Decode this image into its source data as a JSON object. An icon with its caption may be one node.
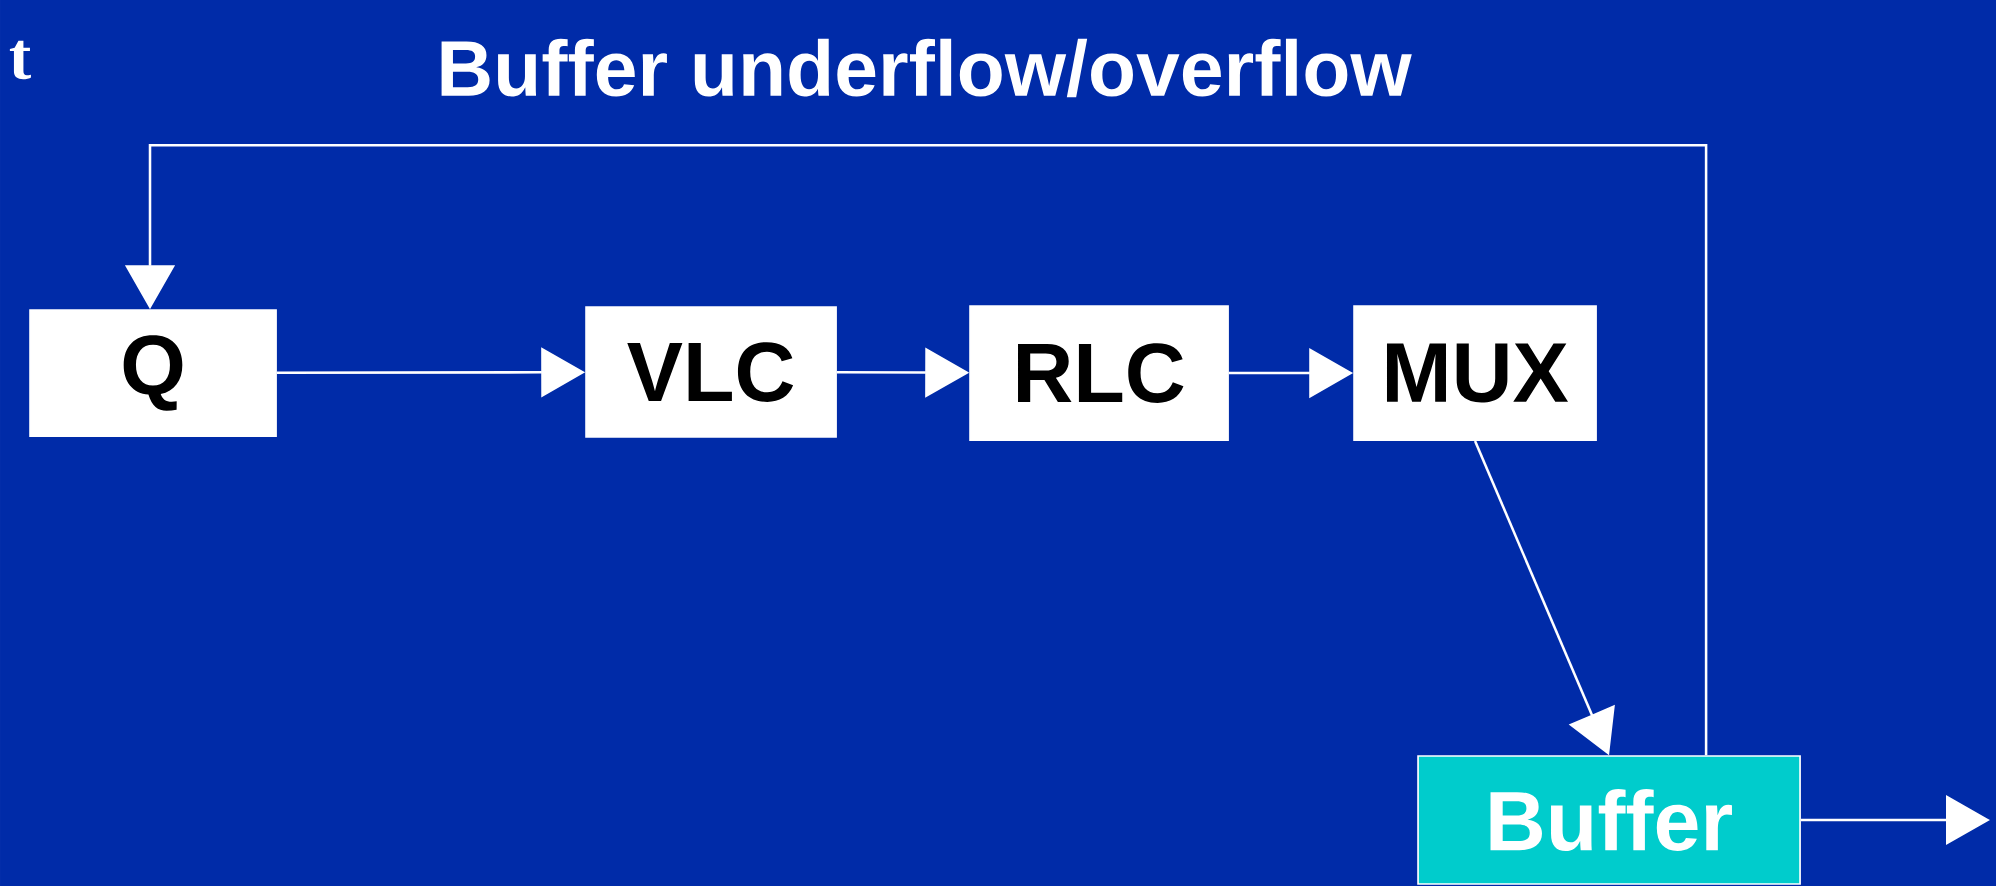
{
  "diagram": {
    "title": "Buffer underflow/overflow",
    "nodes": [
      {
        "text": [
          "Q"
        ]
      },
      {
        "text": [
          "VLC"
        ]
      },
      {
        "text": [
          "RLC"
        ]
      },
      {
        "text": [
          "MUX"
        ]
      },
      {
        "text": [
          "Buffer"
        ]
      }
    ],
    "edges": [
      {
        "from": 0,
        "to": 1,
        "arrow": "to"
      },
      {
        "from": 1,
        "to": 2,
        "arrow": "to"
      },
      {
        "from": 2,
        "to": 3,
        "arrow": "to"
      },
      {
        "from": 3,
        "to": 4,
        "arrow": "to"
      },
      {
        "from": 4,
        "to": 0,
        "arrow": "to"
      },
      {
        "from": 4,
        "to": null,
        "arrow": "to"
      }
    ],
    "labels": [
      "t"
    ]
  }
}
